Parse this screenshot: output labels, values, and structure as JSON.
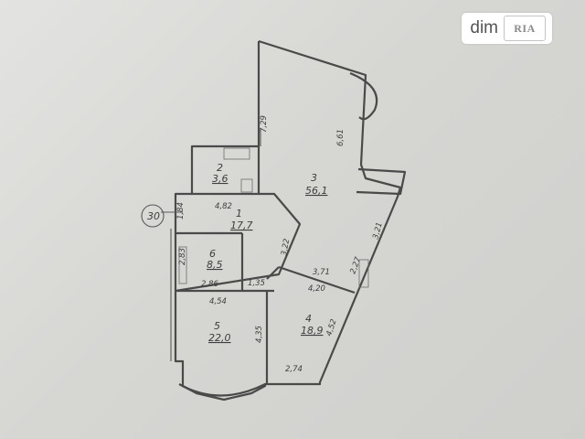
{
  "watermark": {
    "text": "dim",
    "logo": "RIA"
  },
  "unit_marker": "30",
  "rooms": [
    {
      "id": "room-1",
      "number": "1",
      "area": "17,7"
    },
    {
      "id": "room-2",
      "number": "2",
      "area": "3,6"
    },
    {
      "id": "room-3",
      "number": "3",
      "area": "56,1"
    },
    {
      "id": "room-4",
      "number": "4",
      "area": "18,9"
    },
    {
      "id": "room-5",
      "number": "5",
      "area": "22,0"
    },
    {
      "id": "room-6",
      "number": "6",
      "area": "8,5"
    }
  ],
  "dimensions": [
    "7,29",
    "6,61",
    "4,82",
    "1,84",
    "3,22",
    "3,21",
    "3,71",
    "2,27",
    "4,20",
    "2,86",
    "1,35",
    "4,54",
    "4,35",
    "4,52",
    "2,74",
    "2,83"
  ]
}
